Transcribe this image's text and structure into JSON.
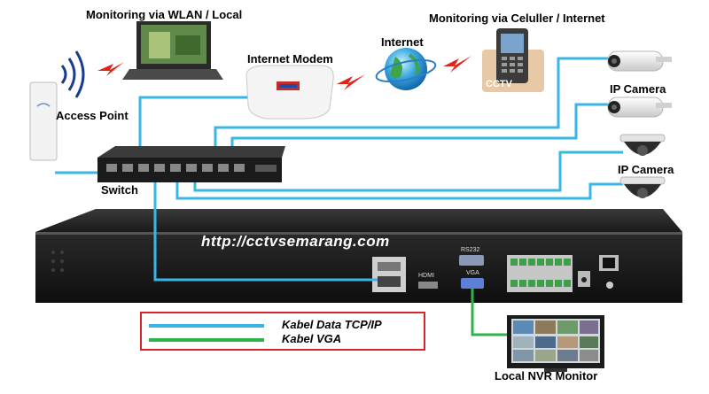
{
  "labels": {
    "monitoring_wlan": "Monitoring via WLAN / Local",
    "monitoring_cellular": "Monitoring via Celuller / Internet",
    "internet_modem": "Internet  Modem",
    "internet": "Internet",
    "access_point": "Access Point",
    "switch": "Switch",
    "ip_camera_1": "IP Camera",
    "ip_camera_2": "IP  Camera",
    "local_monitor": "Local NVR Monitor",
    "url": "http://cctvsemarang.com",
    "phone_screen": "CCTV",
    "port_rs232": "RS232",
    "port_vga": "VGA",
    "port_hdmi": "HDMI"
  },
  "legend": {
    "items": [
      {
        "label": "Kabel Data TCP/IP",
        "color": "#39b6e6"
      },
      {
        "label": "Kabel VGA",
        "color": "#2eb24a"
      }
    ]
  },
  "colors": {
    "data_cable": "#39b6e6",
    "vga_cable": "#2eb24a",
    "wireless": "#e2231a",
    "legend_border": "#d9242b"
  }
}
